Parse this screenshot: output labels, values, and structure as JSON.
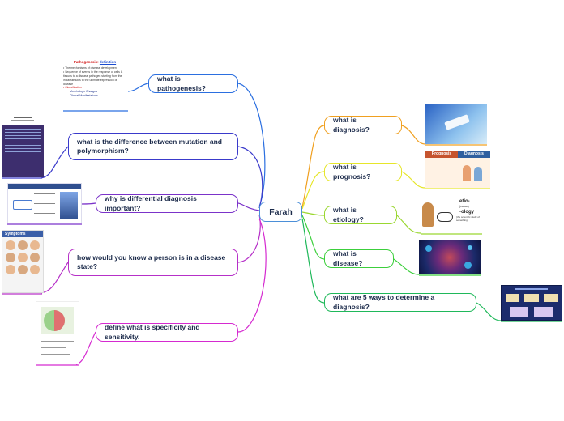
{
  "root": {
    "label": "Farah"
  },
  "left_topics": [
    {
      "id": "pathogenesis",
      "label": "what is pathogenesis?"
    },
    {
      "id": "mutation",
      "label": "what is the difference between mutation and polymorphism?"
    },
    {
      "id": "differential",
      "label": "why is differential diagnosis important?"
    },
    {
      "id": "disease-state",
      "label": "how would you know a person is in a disease state?"
    },
    {
      "id": "specificity",
      "label": "define what is specificity and sensitivity."
    }
  ],
  "right_topics": [
    {
      "id": "diagnosis",
      "label": "what is diagnosis?"
    },
    {
      "id": "prognosis",
      "label": "what is prognosis?"
    },
    {
      "id": "etiology",
      "label": "what is etiology?"
    },
    {
      "id": "disease",
      "label": "what is disease?"
    },
    {
      "id": "ways",
      "label": "what are 5 ways to determine a diagnosis?"
    }
  ],
  "pathogenesis_note": {
    "title": "Pathogenesis:",
    "title_suffix": "definition",
    "bullets": [
      "The mechanisms of disease development",
      "Sequence of events in the response of cells & tissues to a disease pathogen starting from the initial stimulus to the ultimate expression of disease",
      "Classification"
    ],
    "sub_items": [
      "Morphologic Changes",
      "Clinical Manifestations"
    ]
  },
  "prognosis_image": {
    "left": "Prognosis",
    "right": "Diagnosis"
  },
  "etiology_image": {
    "prefix": "etio-",
    "prefix_meaning": "(cause)",
    "suffix": "-ology",
    "suffix_meaning": "(the scientific study of something)"
  },
  "symptoms_image": {
    "title": "Symptoms"
  },
  "colors": {
    "pathogenesis": "#2b6fe0",
    "mutation": "#3a3acb",
    "differential": "#7b33c9",
    "disease-state": "#b630c8",
    "specificity": "#d52ad0",
    "diagnosis": "#f0a020",
    "prognosis": "#e6e62a",
    "etiology": "#9ad730",
    "disease": "#3ccf3c",
    "ways": "#1fb85a"
  }
}
